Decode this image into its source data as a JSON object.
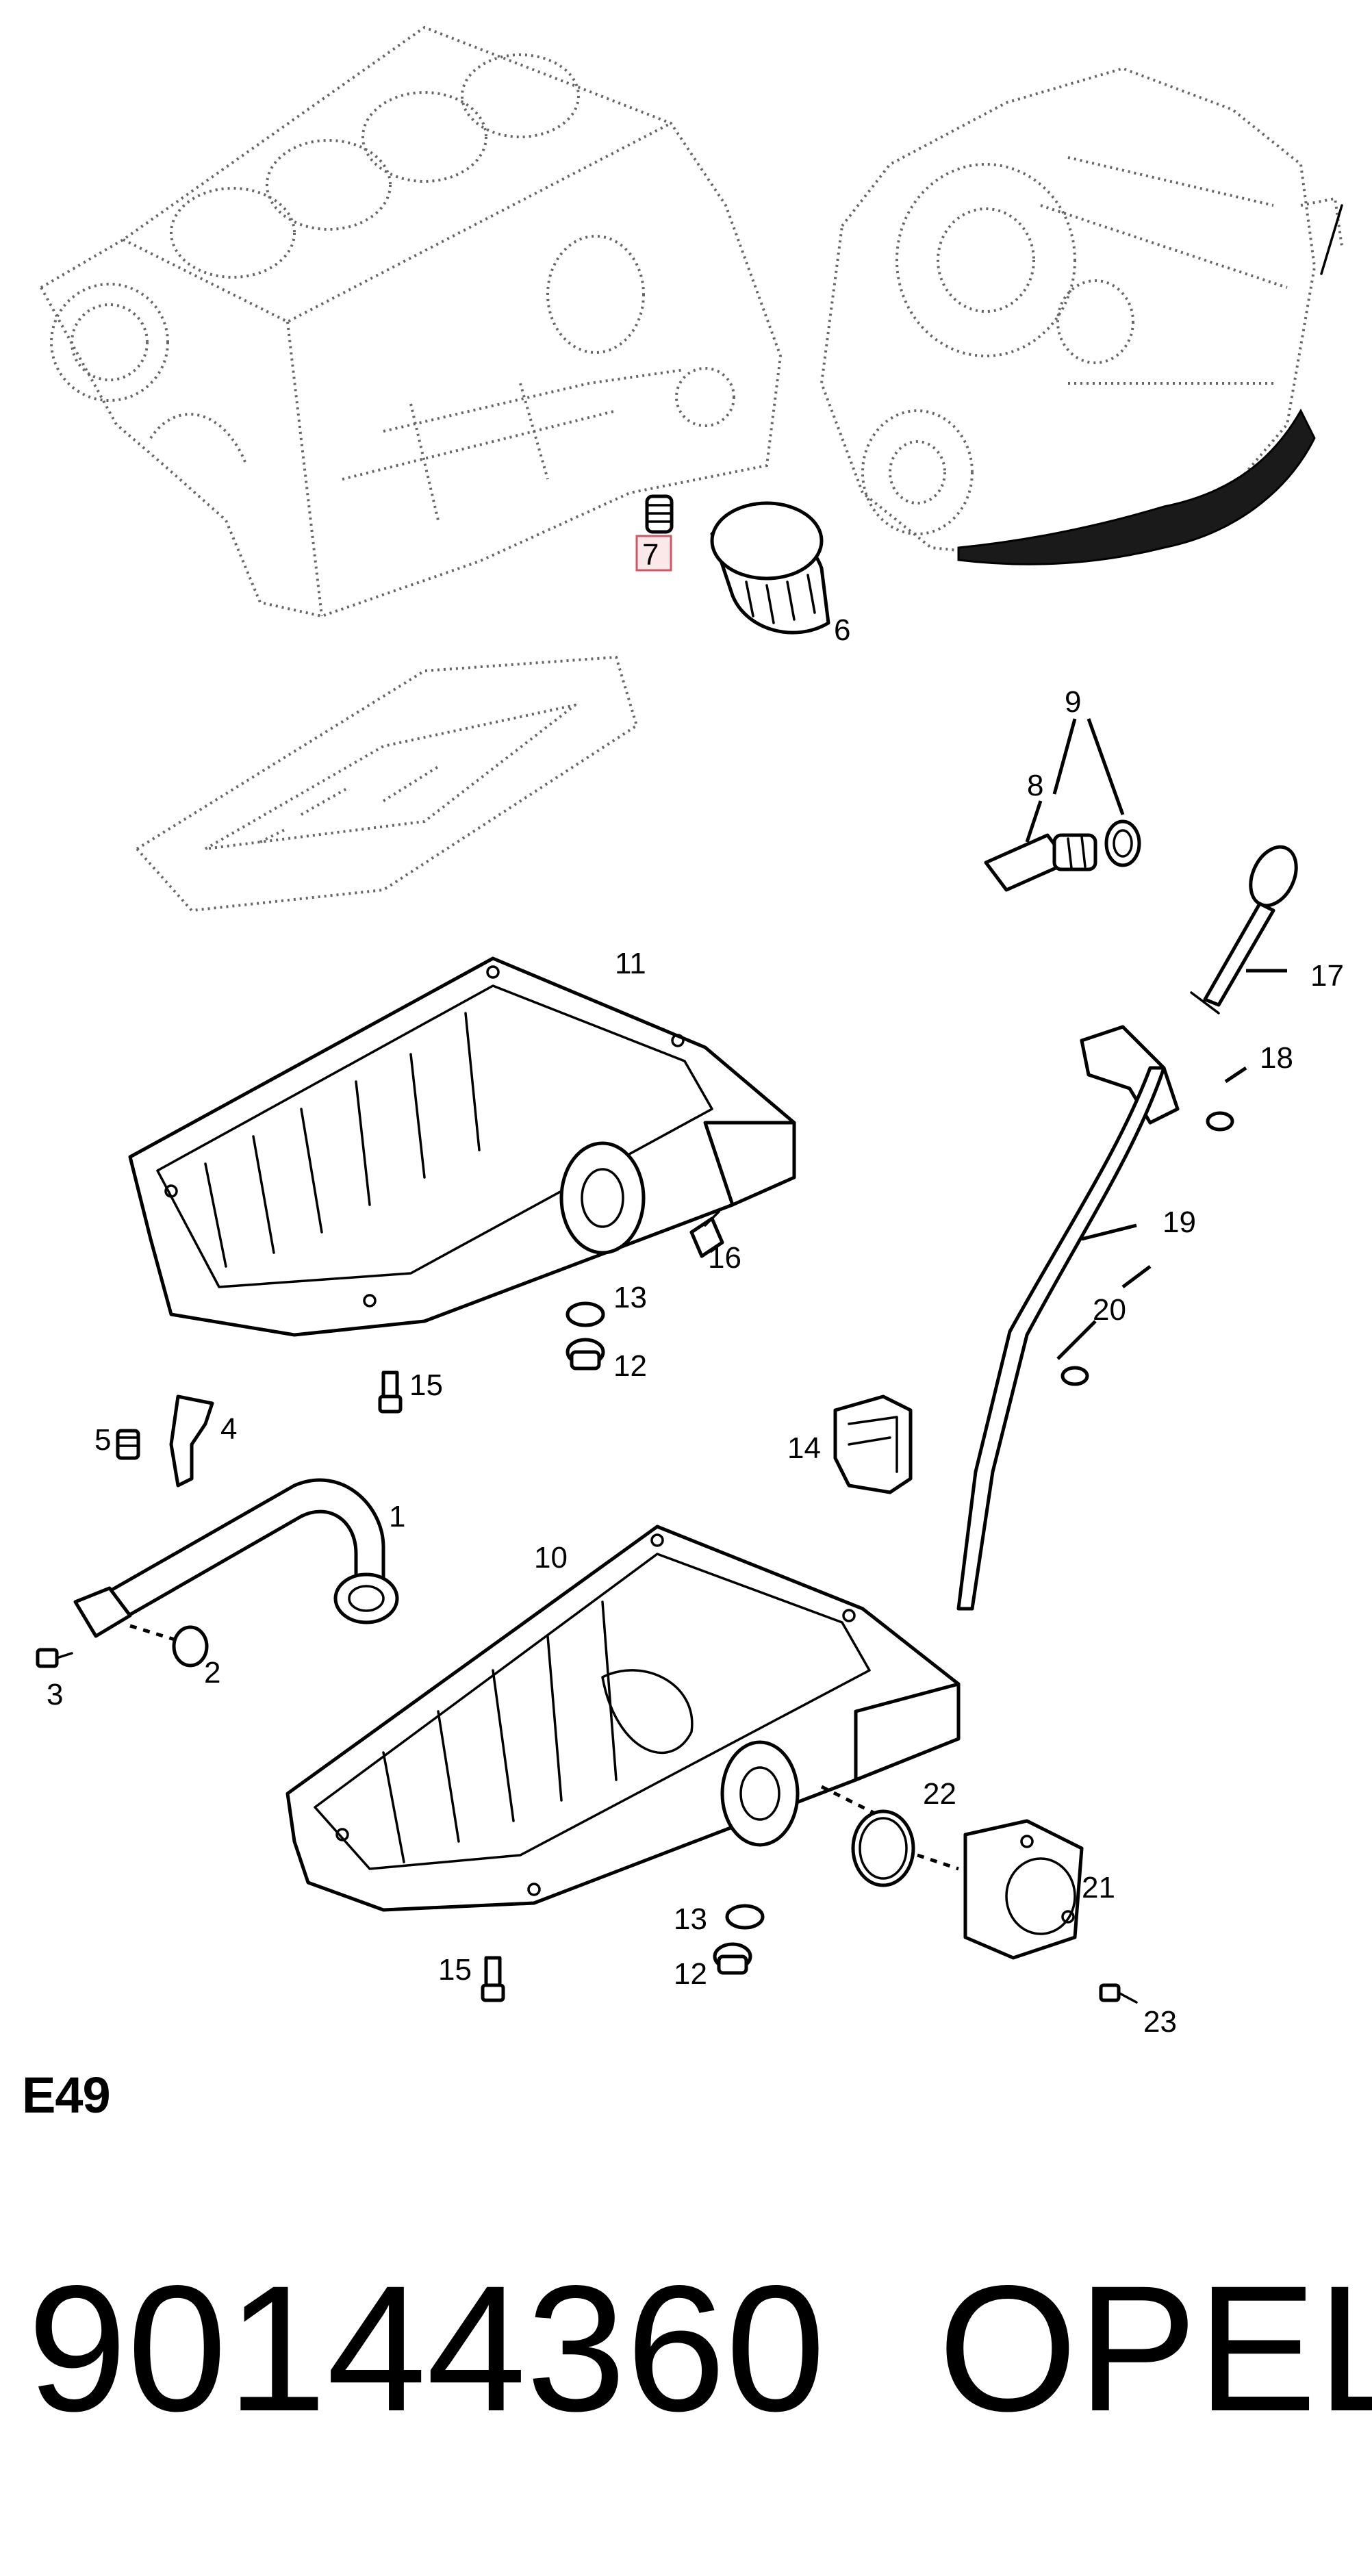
{
  "diagram": {
    "section_code": "E49",
    "highlighted_callout": "7",
    "callouts": [
      "1",
      "2",
      "3",
      "4",
      "5",
      "6",
      "7",
      "8",
      "9",
      "10",
      "11",
      "12",
      "13",
      "14",
      "15",
      "16",
      "17",
      "18",
      "19",
      "20",
      "21",
      "22",
      "23"
    ],
    "callouts_repeated": {
      "12": "12",
      "13": "13",
      "15": "15"
    }
  },
  "part_number": "90144360",
  "brand": "OPEL",
  "colors": {
    "highlight_fill": "#fbe9ea",
    "highlight_stroke": "#d25562",
    "ink": "#000000",
    "ghost_lines": "#666666"
  }
}
